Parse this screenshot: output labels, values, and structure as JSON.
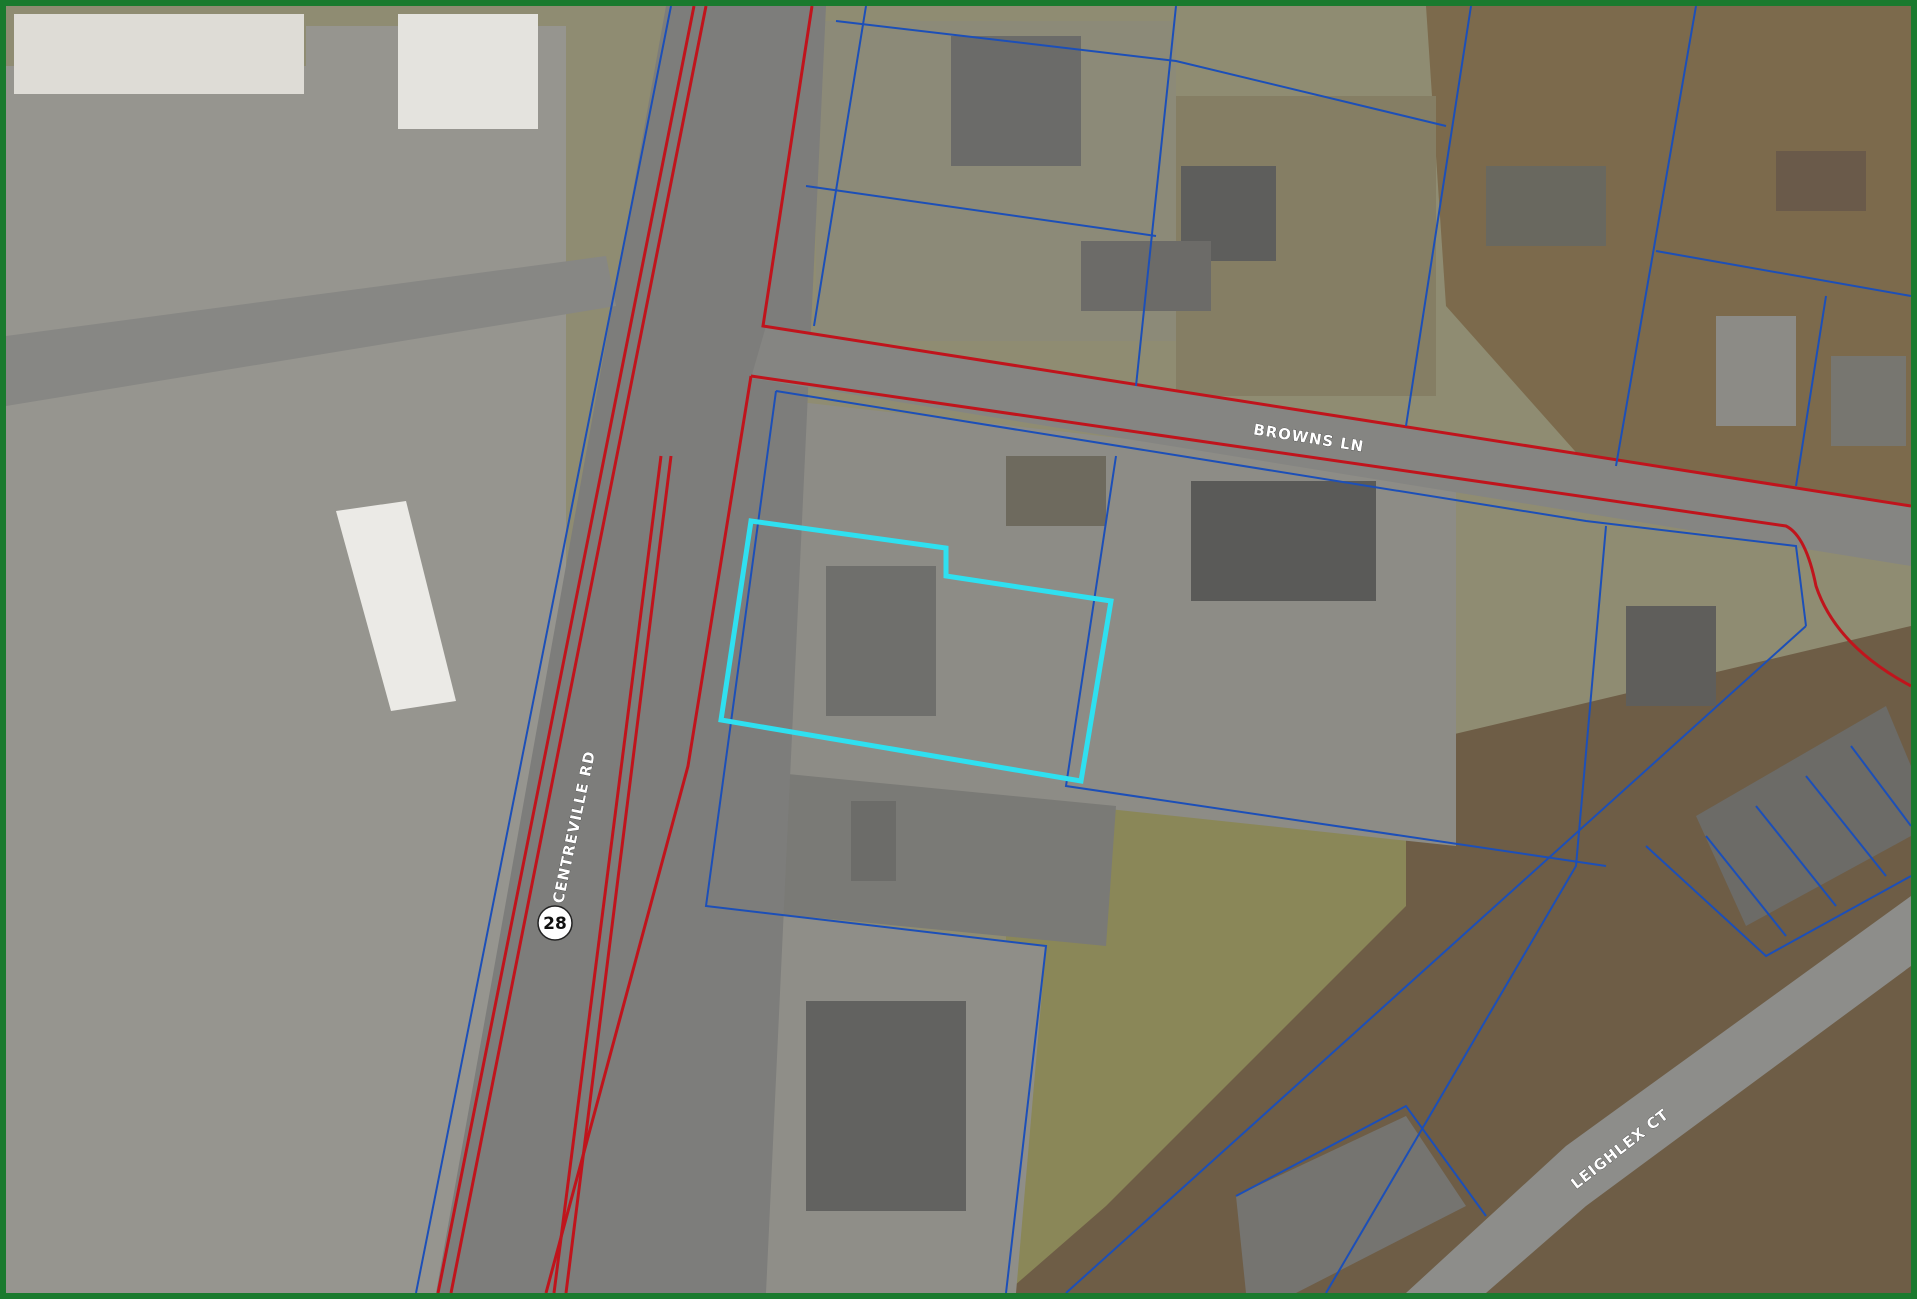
{
  "map": {
    "roads": [
      {
        "id": "centreville-rd",
        "label": "CENTREVILLE RD"
      },
      {
        "id": "browns-ln",
        "label": "BROWNS LN"
      },
      {
        "id": "leighlex-ct",
        "label": "LEIGHLEX CT"
      }
    ],
    "route_shield": "28",
    "colors": {
      "frame": "#1a7a2e",
      "right_of_way": "#c0141c",
      "parcel_lines": "#1c4fb8",
      "subject_parcel": "#2fe0f0",
      "asphalt": "#8a8a86",
      "lot": "#9b9a94",
      "grass": "#8d8a5e",
      "woods": "#6f5e45",
      "roof_dark": "#5a5a58",
      "roof_light": "#e6e6e2"
    }
  }
}
